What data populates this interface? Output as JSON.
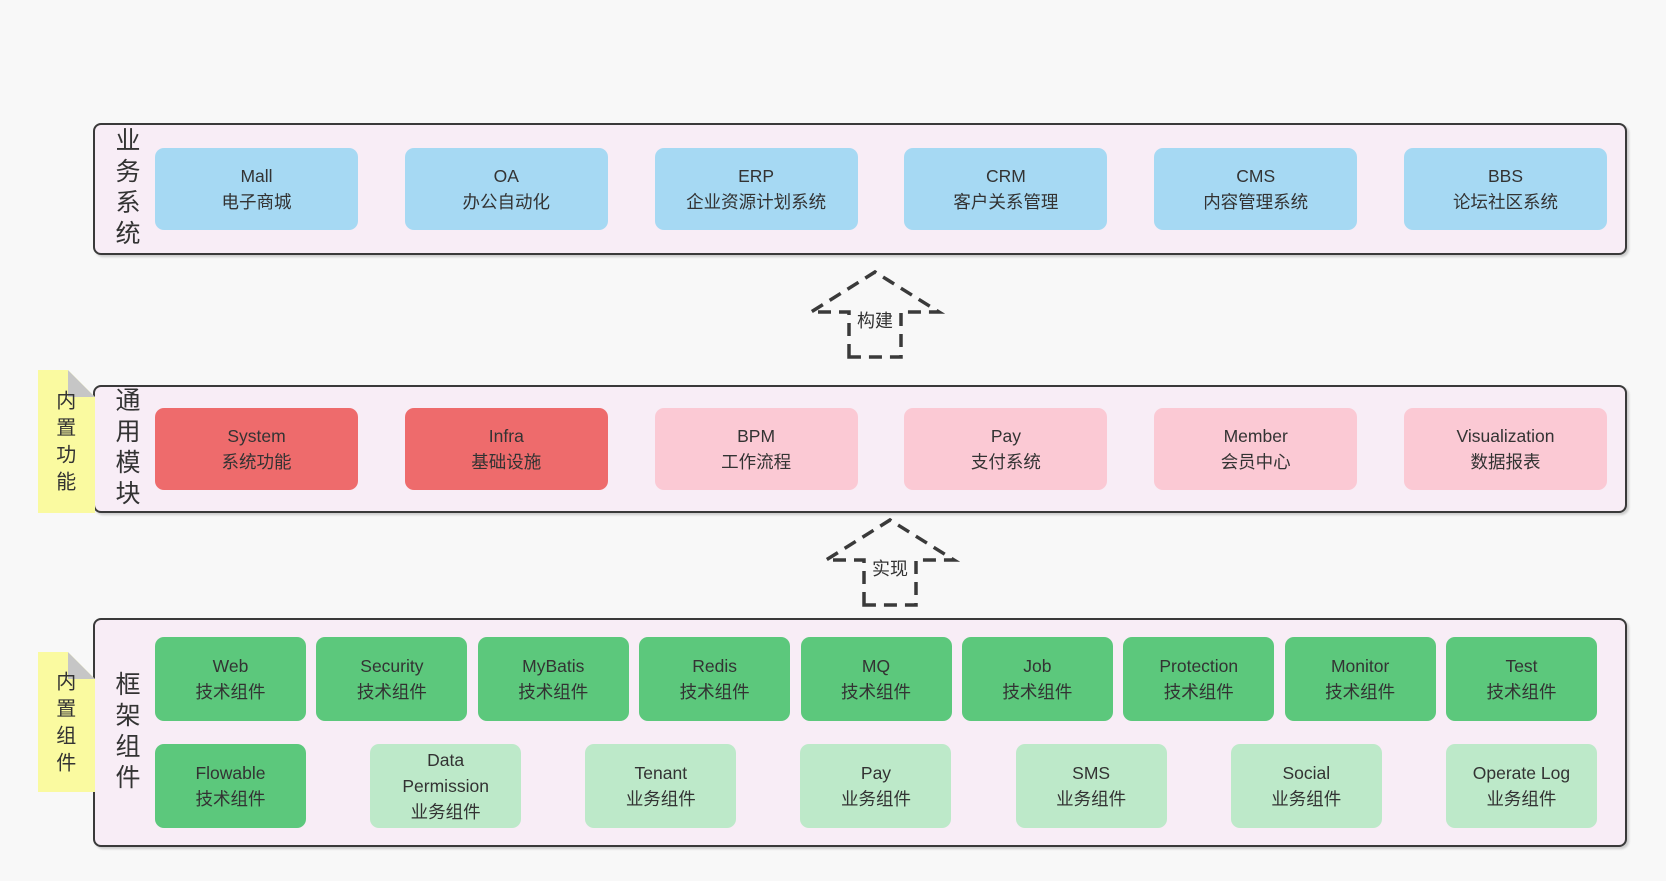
{
  "diagram": {
    "title": "architecture-overview",
    "arrows": [
      {
        "label": "构建"
      },
      {
        "label": "实现"
      }
    ],
    "layers": [
      {
        "label_vertical": "业务系统",
        "boxes": [
          {
            "en": "Mall",
            "zh": "电子商城"
          },
          {
            "en": "OA",
            "zh": "办公自动化"
          },
          {
            "en": "ERP",
            "zh": "企业资源计划系统"
          },
          {
            "en": "CRM",
            "zh": "客户关系管理"
          },
          {
            "en": "CMS",
            "zh": "内容管理系统"
          },
          {
            "en": "BBS",
            "zh": "论坛社区系统"
          }
        ]
      },
      {
        "label_vertical": "通用模块",
        "tag": "内置功能",
        "boxes": [
          {
            "en": "System",
            "zh": "系统功能"
          },
          {
            "en": "Infra",
            "zh": "基础设施"
          },
          {
            "en": "BPM",
            "zh": "工作流程"
          },
          {
            "en": "Pay",
            "zh": "支付系统"
          },
          {
            "en": "Member",
            "zh": "会员中心"
          },
          {
            "en": "Visualization",
            "zh": "数据报表"
          }
        ]
      },
      {
        "label_vertical": "框架组件",
        "tag": "内置组件",
        "rows": [
          [
            {
              "en": "Web",
              "zh": "技术组件"
            },
            {
              "en": "Security",
              "zh": "技术组件"
            },
            {
              "en": "MyBatis",
              "zh": "技术组件"
            },
            {
              "en": "Redis",
              "zh": "技术组件"
            },
            {
              "en": "MQ",
              "zh": "技术组件"
            },
            {
              "en": "Job",
              "zh": "技术组件"
            },
            {
              "en": "Protection",
              "zh": "技术组件"
            },
            {
              "en": "Monitor",
              "zh": "技术组件"
            }
          ],
          [
            {
              "en": "Test",
              "zh": "技术组件"
            },
            {
              "en": "Flowable",
              "zh": "技术组件"
            },
            {
              "en": "Data Permission",
              "zh": "业务组件"
            },
            {
              "en": "Tenant",
              "zh": "业务组件"
            },
            {
              "en": "Pay",
              "zh": "业务组件"
            },
            {
              "en": "SMS",
              "zh": "业务组件"
            },
            {
              "en": "Social",
              "zh": "业务组件"
            },
            {
              "en": "Operate Log",
              "zh": "业务组件"
            }
          ]
        ]
      }
    ],
    "colors": {
      "page_bg": "#f8f8f8",
      "band_bg": "#f8edf6",
      "band_border": "#3a3a3a",
      "business_box": "#a6d9f3",
      "core_module_box": "#ee6b6c",
      "optional_module_box": "#fbc9d4",
      "tech_component_box": "#5cc87c",
      "biz_component_box": "#bde9c9",
      "sticky_tag": "#fafaa0",
      "text": "#333333"
    }
  }
}
